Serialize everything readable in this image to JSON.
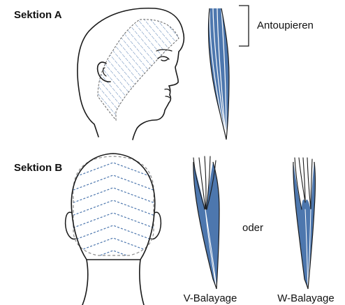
{
  "sections": {
    "a": {
      "label": "Sektion A",
      "annotation": "Antoupieren"
    },
    "b": {
      "label": "Sektion B",
      "connector": "oder",
      "options": [
        {
          "label": "V-Balayage"
        },
        {
          "label": "W-Balayage"
        }
      ]
    }
  },
  "colors": {
    "strand_fill": "#4d77ae",
    "outline": "#1a1a1a",
    "hatch": "#4d77ae",
    "dashed_guide": "#8a8a8a"
  }
}
